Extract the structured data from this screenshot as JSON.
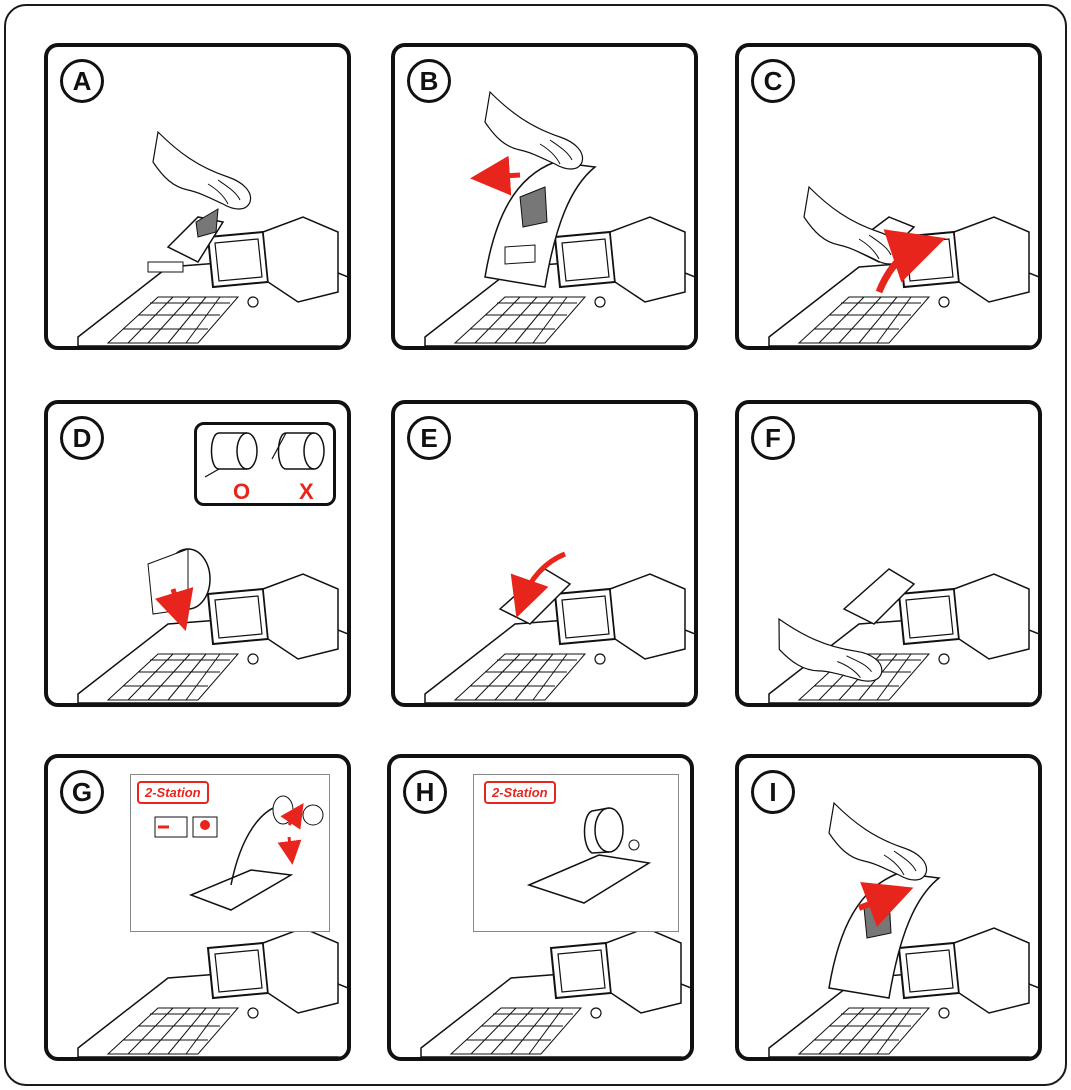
{
  "panels": [
    {
      "id": "A",
      "label": "A"
    },
    {
      "id": "B",
      "label": "B"
    },
    {
      "id": "C",
      "label": "C"
    },
    {
      "id": "D",
      "label": "D"
    },
    {
      "id": "E",
      "label": "E"
    },
    {
      "id": "F",
      "label": "F"
    },
    {
      "id": "G",
      "label": "G"
    },
    {
      "id": "H",
      "label": "H"
    },
    {
      "id": "I",
      "label": "I"
    }
  ],
  "insets": {
    "d_correct_mark": "O",
    "d_wrong_mark": "X",
    "g_tag": "2-Station",
    "h_tag": "2-Station"
  },
  "colors": {
    "accent": "#e8251d",
    "line": "#111111"
  }
}
